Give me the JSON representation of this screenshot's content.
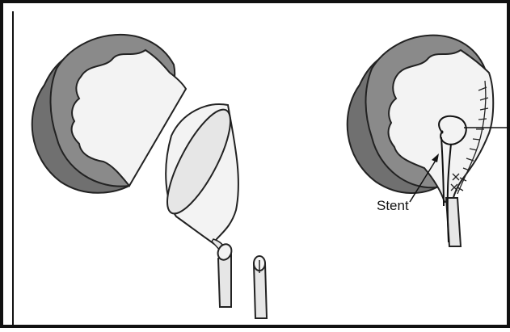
{
  "labels": {
    "stent": "Stent"
  },
  "colors": {
    "background": "#ffffff",
    "border": "#111111",
    "kidney_cortex": "#8a8a8a",
    "kidney_rim": "#707070",
    "pelvis_fill": "#f3f3f3",
    "tissue_fill": "#e6e6e6",
    "stroke": "#222222"
  },
  "panels": [
    {
      "name": "before-repair",
      "parts": [
        "kidney",
        "cut-renal-pelvis",
        "excised-funnel-pelvis",
        "spatulated-ureter-end",
        "ureter-end"
      ]
    },
    {
      "name": "after-repair",
      "parts": [
        "kidney",
        "sutured-anastomosis",
        "stent",
        "ureter"
      ]
    }
  ]
}
